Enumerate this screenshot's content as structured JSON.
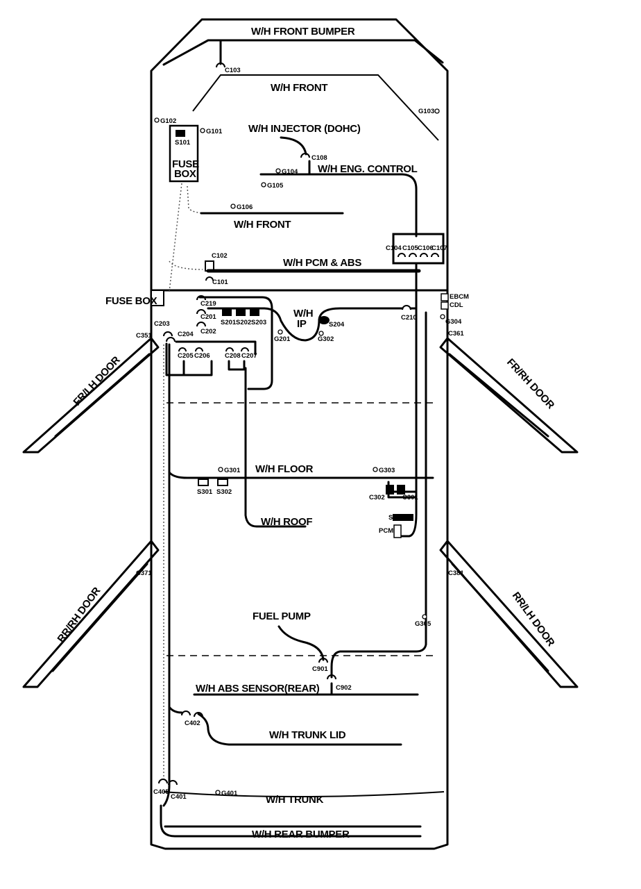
{
  "harnesses": {
    "front_bumper": "W/H FRONT BUMPER",
    "front_top": "W/H FRONT",
    "injector": "W/H INJECTOR (DOHC)",
    "eng_control": "W/H ENG. CONTROL",
    "front_mid": "W/H FRONT",
    "pcm_abs": "W/H PCM & ABS",
    "ip_line1": "W/H",
    "ip_line2": "IP",
    "floor": "W/H FLOOR",
    "roof": "W/H ROOF",
    "fuel_pump": "FUEL PUMP",
    "abs_rear": "W/H ABS SENSOR(REAR)",
    "trunk_lid": "W/H TRUNK LID",
    "trunk": "W/H TRUNK",
    "rear_bumper": "W/H REAR BUMPER"
  },
  "doors": {
    "fr_lh": "FR/LH DOOR",
    "fr_rh": "FR/RH DOOR",
    "rr_rh": "RR/RH DOOR",
    "rr_lh": "RR/LH DOOR"
  },
  "fuse_box": {
    "engine_line1": "FUSE",
    "engine_line2": "BOX",
    "cabin": "FUSE BOX"
  },
  "modules": {
    "pcm": "PCM",
    "ebcm": "EBCM",
    "cdl": "CDL"
  },
  "connectors": {
    "c103": "C103",
    "c108": "C108",
    "c104": "C104",
    "c105": "C105",
    "c106": "C106",
    "c107": "C107",
    "c102": "C102",
    "c101": "C101",
    "c219": "C219",
    "c201": "C201",
    "c202": "C202",
    "c203": "C203",
    "c204": "C204",
    "c205": "C205",
    "c206": "C206",
    "c208": "C208",
    "c207": "C207",
    "c210": "C210",
    "c351": "C351",
    "c361": "C361",
    "c371": "C371",
    "c381": "C381",
    "c302": "C302",
    "c301": "C301",
    "c901": "C901",
    "c902": "C902",
    "c402": "C402",
    "c405": "C405",
    "c401": "C401"
  },
  "splices": {
    "s101": "S101",
    "s201": "S201",
    "s202": "S202",
    "s203": "S203",
    "s204": "S204",
    "s301": "S301",
    "s302": "S302",
    "s303": "S303"
  },
  "grounds": {
    "g101": "G101",
    "g102": "G102",
    "g103": "G103",
    "g104": "G104",
    "g105": "G105",
    "g106": "G106",
    "g201": "G201",
    "g302": "G302",
    "g304": "G304",
    "g301": "G301",
    "g303": "G303",
    "g305": "G305",
    "g401": "G401"
  }
}
